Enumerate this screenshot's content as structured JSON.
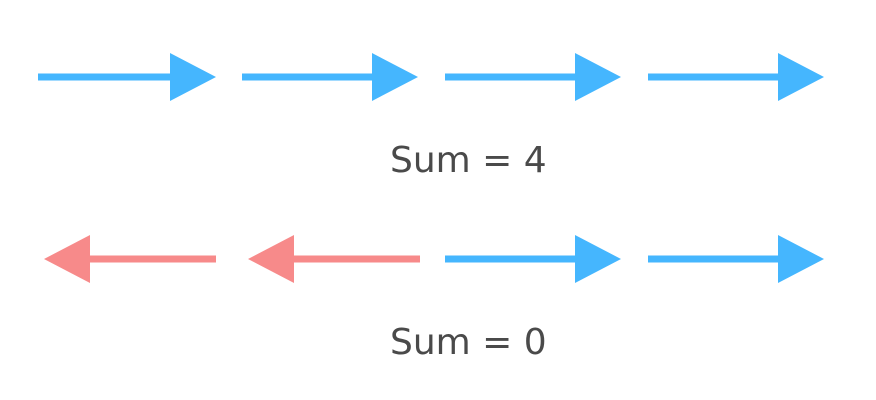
{
  "colors": {
    "right_arrow": "#45b6fe",
    "left_arrow": "#f78a8a",
    "text": "#4a4a4a",
    "background": "#ffffff"
  },
  "rows": [
    {
      "arrows": [
        "right",
        "right",
        "right",
        "right"
      ],
      "sum_label": "Sum = 4"
    },
    {
      "arrows": [
        "left",
        "left",
        "right",
        "right"
      ],
      "sum_label": "Sum = 0"
    }
  ]
}
